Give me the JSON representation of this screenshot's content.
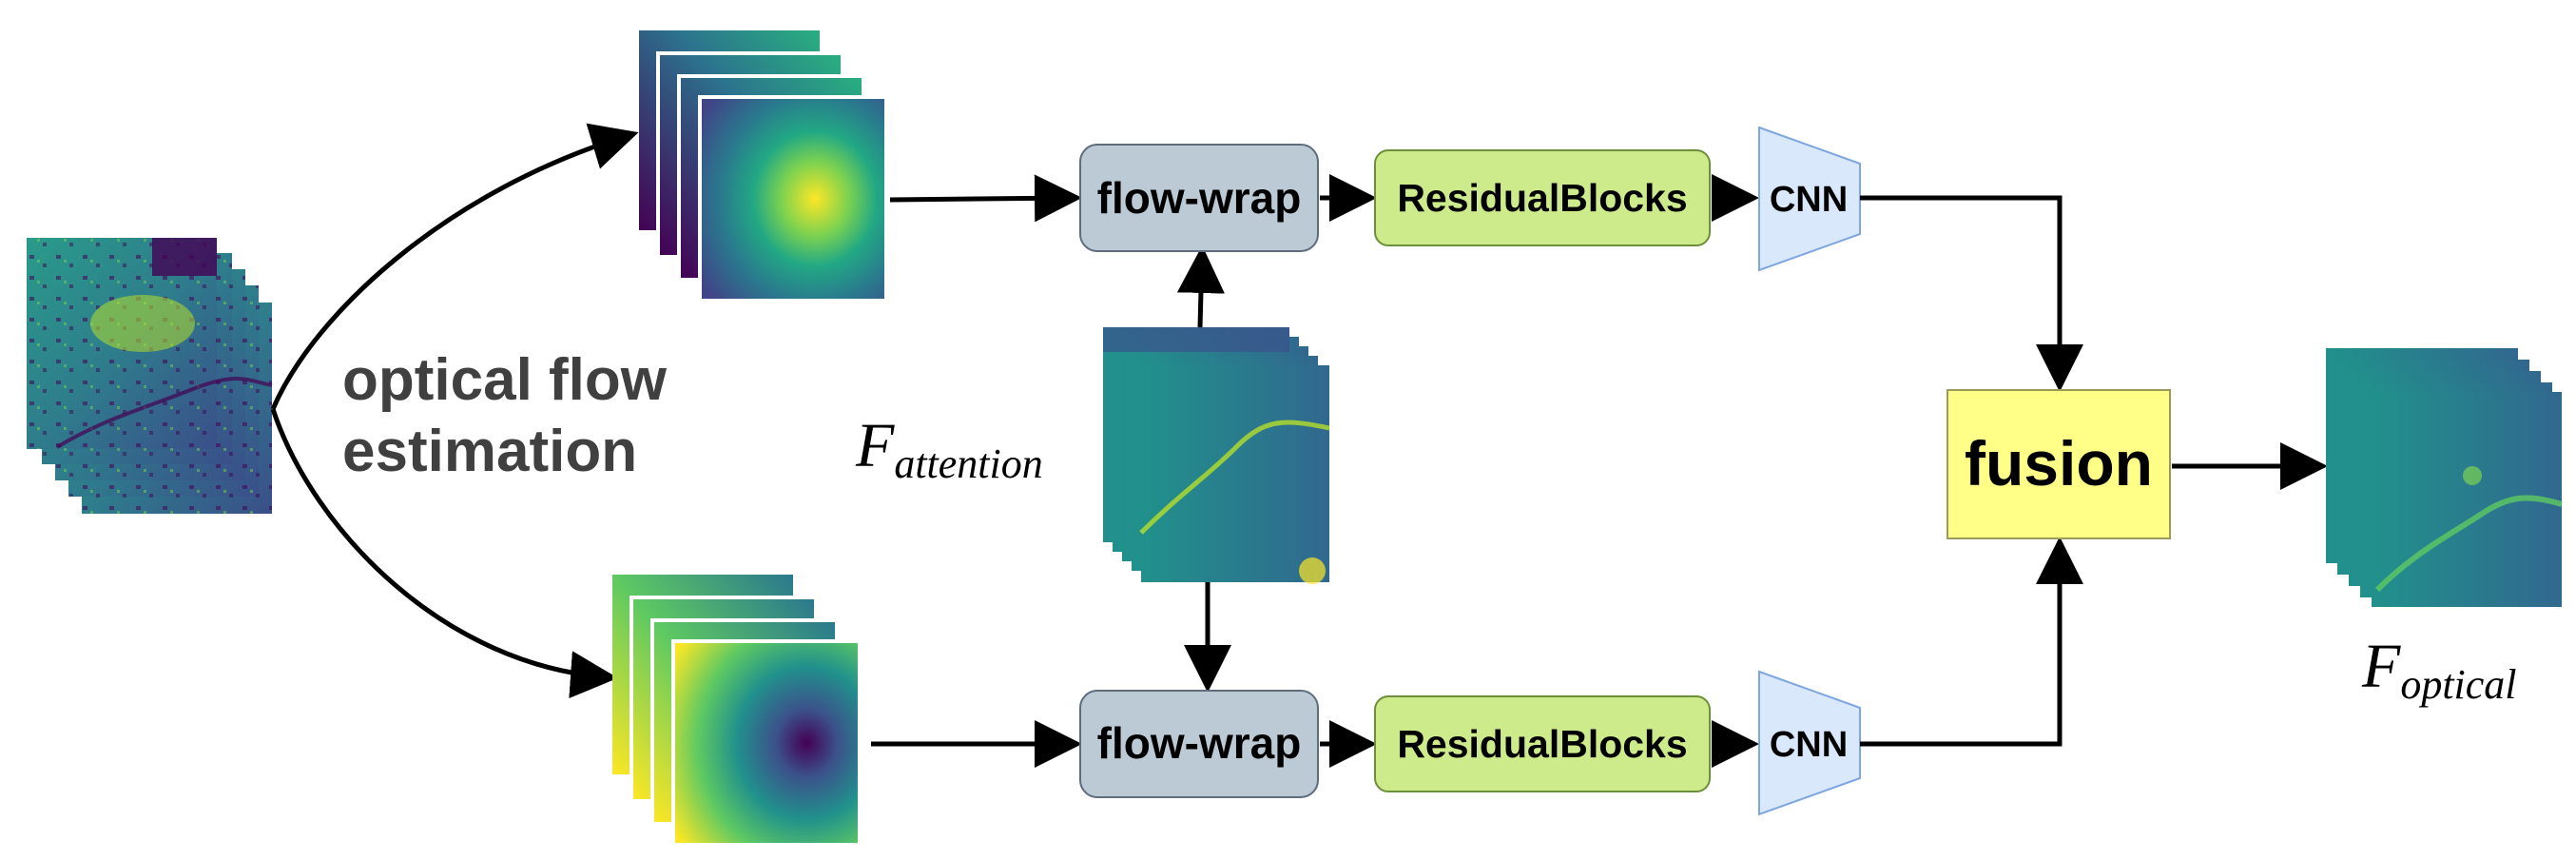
{
  "diagram": {
    "side_label": {
      "line1": "optical flow",
      "line2": "estimation"
    },
    "attention_label": {
      "main": "F",
      "sub": "attention"
    },
    "output_label": {
      "main": "F",
      "sub": "optical"
    },
    "branches": [
      {
        "id": "top",
        "warp_label": "flow-wrap",
        "residual_label": "ResidualBlocks",
        "cnn_label": "CNN"
      },
      {
        "id": "bottom",
        "warp_label": "flow-wrap",
        "residual_label": "ResidualBlocks",
        "cnn_label": "CNN"
      }
    ],
    "fusion_label": "fusion",
    "colors": {
      "warp_fill": "#bccad6",
      "warp_stroke": "#5d6d7e",
      "residual_fill": "#cdeb8b",
      "residual_stroke": "#6b8f3a",
      "cnn_fill": "#dae8fc",
      "cnn_stroke": "#7ea6e0",
      "fusion_fill": "#ffff88",
      "fusion_stroke": "#9a9a5a",
      "arrow": "#000000",
      "side_text": "#404040"
    }
  }
}
